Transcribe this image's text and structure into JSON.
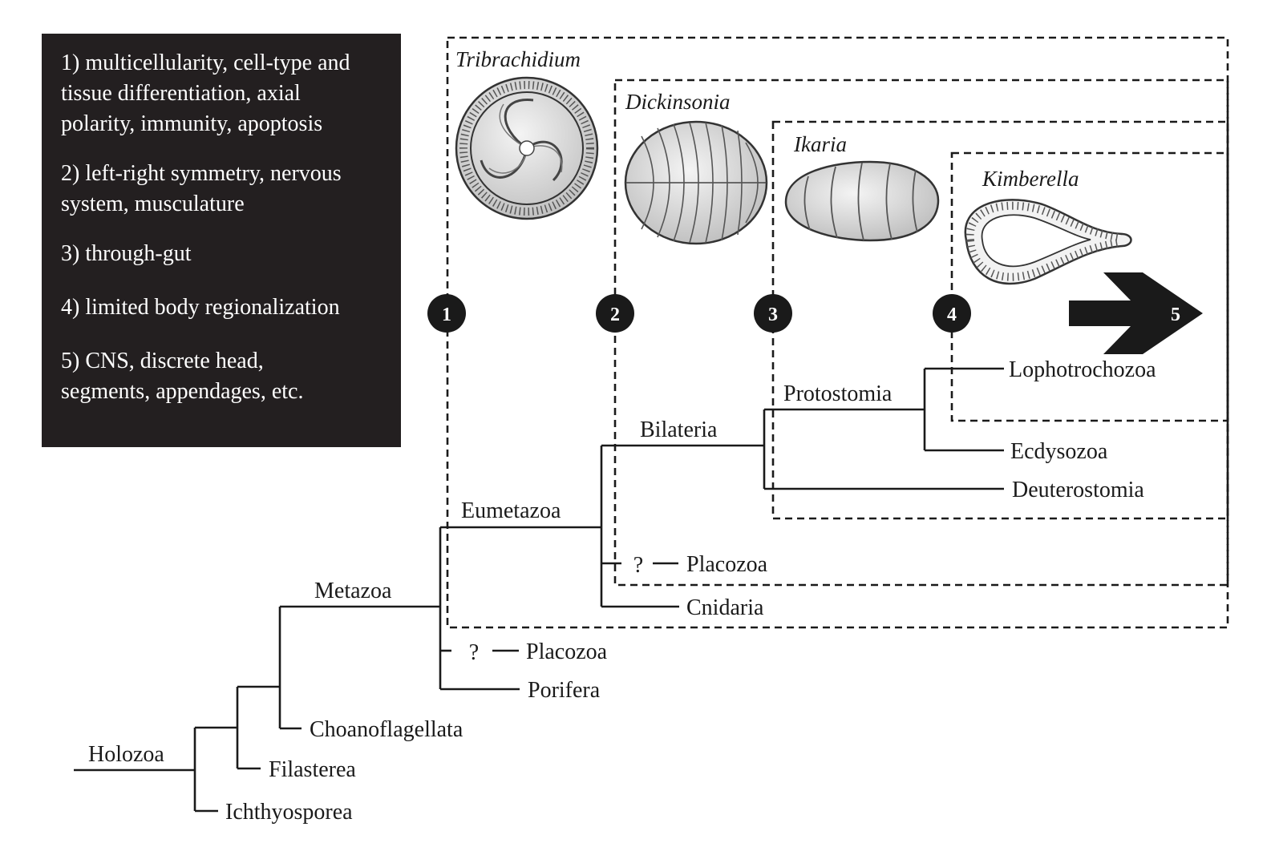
{
  "legend": {
    "items": [
      "1) multicellularity, cell-type and\ntissue differentiation, axial\npolarity, immunity, apoptosis",
      "2) left-right symmetry, nervous\nsystem, musculature",
      "3) through-gut",
      "4) limited body regionalization",
      "5) CNS, discrete head,\nsegments, appendages, etc."
    ]
  },
  "fossils": {
    "tribrachidium": "Tribrachidium",
    "dickinsonia": "Dickinsonia",
    "ikaria": "Ikaria",
    "kimberella": "Kimberella"
  },
  "nodes": [
    "1",
    "2",
    "3",
    "4",
    "5"
  ],
  "clades": {
    "holozoa": "Holozoa",
    "metazoa": "Metazoa",
    "eumetazoa": "Eumetazoa",
    "bilateria": "Bilateria",
    "protostomia": "Protostomia"
  },
  "taxa": {
    "lophotrochozoa": "Lophotrochozoa",
    "ecdysozoa": "Ecdysozoa",
    "deuterostomia": "Deuterostomia",
    "placozoa_upper": "Placozoa",
    "cnidaria": "Cnidaria",
    "placozoa_lower": "Placozoa",
    "porifera": "Porifera",
    "choanoflagellata": "Choanoflagellata",
    "filasterea": "Filasterea",
    "ichthyosporea": "Ichthyosporea"
  },
  "uncertain_marker": "?",
  "colors": {
    "ink": "#1a1a1a",
    "legend_bg": "#231f20",
    "fossil_fill": "#e6e6e6"
  }
}
